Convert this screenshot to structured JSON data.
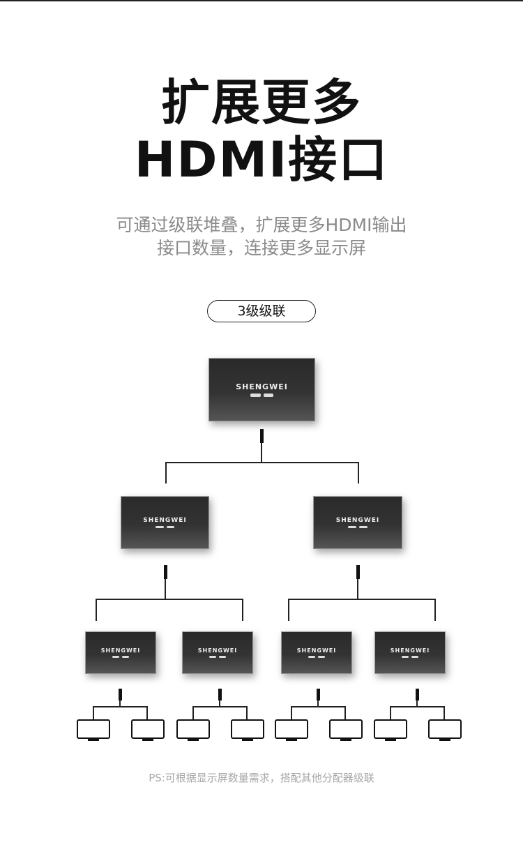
{
  "headline": {
    "line1": "扩展更多",
    "line2": "HDMI接口"
  },
  "subtitle": {
    "line1": "可通过级联堆叠，扩展更多HDMI输出",
    "line2": "接口数量，连接更多显示屏"
  },
  "badge": "3级级联",
  "device": {
    "brand": "SHENGWEI"
  },
  "footnote": "PS:可根据显示屏数量需求，搭配其他分配器级联"
}
